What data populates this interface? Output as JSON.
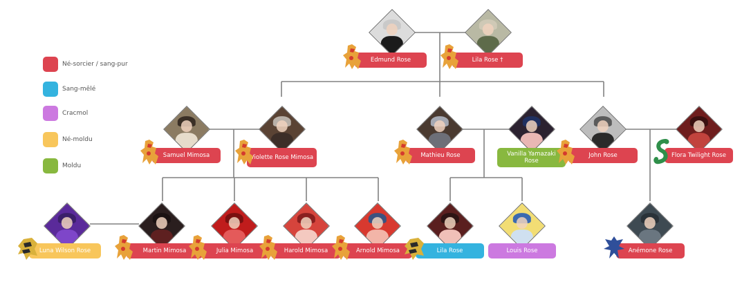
{
  "colors": {
    "pure_blood": "#dd4450",
    "half_blood": "#34b3df",
    "squib": "#cc79e0",
    "muggle_born": "#f8c65b",
    "muggle": "#88b83f",
    "line": "#808080",
    "gryffindor": "#e8a23a",
    "slytherin": "#2f8f4a",
    "ravenclaw": "#2f4f9a",
    "hufflepuff": "#d9b13b"
  },
  "legend": [
    {
      "label": "Né-sorcier / sang-pur",
      "color": "pure_blood",
      "icon": "swatch"
    },
    {
      "label": "Sang-mêlé",
      "color": "half_blood",
      "icon": "swatch"
    },
    {
      "label": "Cracmol",
      "color": "squib",
      "icon": "swatch"
    },
    {
      "label": "Né-moldu",
      "color": "muggle_born",
      "icon": "swatch"
    },
    {
      "label": "Moldu",
      "color": "muggle",
      "icon": "swatch"
    }
  ],
  "people": [
    {
      "id": "edmund",
      "name": "Edmund Rose",
      "color": "pure_blood",
      "house": "gryffindor",
      "portrait": [
        "#dcdcdc",
        "#1b1b1b",
        "#c9c9c9"
      ]
    },
    {
      "id": "lila_senior",
      "name": "Lila Rose †",
      "color": "pure_blood",
      "house": "gryffindor",
      "portrait": [
        "#b9b9a4",
        "#5e6b4a",
        "#cfc9b6"
      ]
    },
    {
      "id": "samuel",
      "name": "Samuel Mimosa",
      "color": "pure_blood",
      "house": "gryffindor",
      "portrait": [
        "#8b7b62",
        "#e6dccb",
        "#3a2f26"
      ]
    },
    {
      "id": "violette",
      "name": "Violette Rose Mimosa",
      "color": "pure_blood",
      "house": "gryffindor",
      "portrait": [
        "#5a4334",
        "#3c2e28",
        "#b8b0a8"
      ]
    },
    {
      "id": "mathieu",
      "name": "Mathieu Rose",
      "color": "pure_blood",
      "house": "gryffindor",
      "portrait": [
        "#4a3a30",
        "#6d6f78",
        "#a5a9b3"
      ]
    },
    {
      "id": "vanilla",
      "name": "Vanilla Yamazaki Rose",
      "color": "muggle",
      "house": "",
      "portrait": [
        "#2b2230",
        "#e9b7b4",
        "#1f3060"
      ]
    },
    {
      "id": "john",
      "name": "John Rose",
      "color": "pure_blood",
      "house": "gryffindor",
      "portrait": [
        "#bdbdbd",
        "#2a2a2a",
        "#5b5b5b"
      ]
    },
    {
      "id": "flora",
      "name": "Flora Twilight Rose",
      "color": "pure_blood",
      "house": "slytherin",
      "portrait": [
        "#6e1d1d",
        "#c2433d",
        "#3a1010"
      ]
    },
    {
      "id": "luna",
      "name": "Luna Wilson Rose",
      "color": "muggle_born",
      "house": "hufflepuff",
      "portrait": [
        "#5a2a9a",
        "#7e46c9",
        "#3b1f6a"
      ]
    },
    {
      "id": "martin",
      "name": "Martin Mimosa",
      "color": "pure_blood",
      "house": "gryffindor",
      "portrait": [
        "#2a1e1e",
        "#5e2020",
        "#1a1212"
      ]
    },
    {
      "id": "julia",
      "name": "Julia Mimosa",
      "color": "pure_blood",
      "house": "gryffindor",
      "portrait": [
        "#c01c1c",
        "#e45a5a",
        "#7a1010"
      ]
    },
    {
      "id": "harold",
      "name": "Harold Mimosa",
      "color": "pure_blood",
      "house": "gryffindor",
      "portrait": [
        "#d6443c",
        "#f4c9c0",
        "#8a1f1f"
      ]
    },
    {
      "id": "arnold",
      "name": "Arnold Mimosa",
      "color": "pure_blood",
      "house": "gryffindor",
      "portrait": [
        "#d8392f",
        "#f2b5a8",
        "#3b5280"
      ]
    },
    {
      "id": "lila_junior",
      "name": "Lila Rose",
      "color": "half_blood",
      "house": "hufflepuff",
      "portrait": [
        "#5a1f1f",
        "#f0c0b8",
        "#2d1414"
      ]
    },
    {
      "id": "louis",
      "name": "Louis Rose",
      "color": "squib",
      "house": "",
      "portrait": [
        "#f2dd74",
        "#cfe0f0",
        "#3b6ab0"
      ]
    },
    {
      "id": "anemone",
      "name": "Anémone Rose",
      "color": "pure_blood",
      "house": "ravenclaw",
      "portrait": [
        "#3e4a52",
        "#6a7680",
        "#2a3238"
      ]
    }
  ]
}
